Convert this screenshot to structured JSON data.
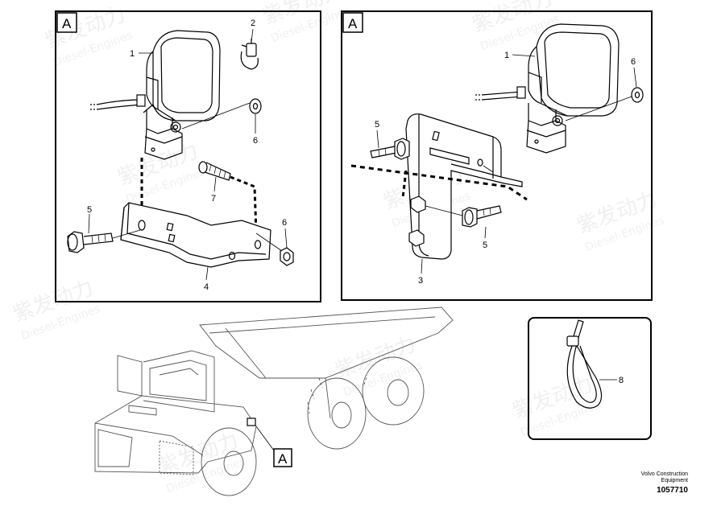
{
  "panels": {
    "left": {
      "tag": "A",
      "callouts": [
        "1",
        "2",
        "6",
        "7",
        "5",
        "6",
        "4"
      ]
    },
    "right": {
      "tag": "A",
      "callouts": [
        "1",
        "6",
        "5",
        "5",
        "3"
      ]
    },
    "tie": {
      "callouts": [
        "8"
      ]
    }
  },
  "machine": {
    "tag": "A"
  },
  "footer": {
    "brand_line1": "Volvo Construction",
    "brand_line2": "Equipment",
    "doc_number": "1057710"
  },
  "watermark": {
    "cn": "紫发动力",
    "en": "Diesel-Engines"
  },
  "colors": {
    "line": "#000000",
    "background": "#ffffff"
  }
}
